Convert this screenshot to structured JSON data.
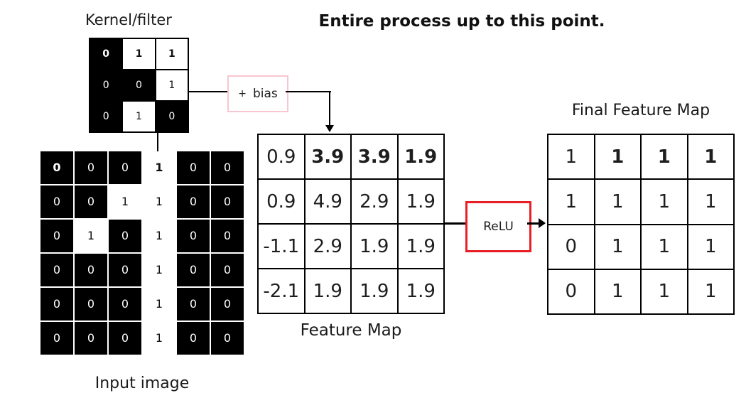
{
  "header": {
    "title": "Entire process up to this point."
  },
  "kernel": {
    "label": "Kernel/filter",
    "grid": [
      [
        {
          "v": "0",
          "bg": "dark",
          "bold": true
        },
        {
          "v": "1",
          "bg": "light",
          "bold": true
        },
        {
          "v": "1",
          "bg": "light",
          "bold": true
        }
      ],
      [
        {
          "v": "0",
          "bg": "dark"
        },
        {
          "v": "0",
          "bg": "dark"
        },
        {
          "v": "1",
          "bg": "light"
        }
      ],
      [
        {
          "v": "0",
          "bg": "dark"
        },
        {
          "v": "1",
          "bg": "light"
        },
        {
          "v": "0",
          "bg": "dark"
        }
      ]
    ]
  },
  "input_image": {
    "label": "Input image",
    "grid": [
      [
        {
          "v": "0",
          "bg": "dark",
          "bold": true
        },
        {
          "v": "0",
          "bg": "dark"
        },
        {
          "v": "0",
          "bg": "dark"
        },
        {
          "v": "1",
          "bg": "light",
          "bold": true
        },
        {
          "v": "0",
          "bg": "dark"
        },
        {
          "v": "0",
          "bg": "dark"
        }
      ],
      [
        {
          "v": "0",
          "bg": "dark"
        },
        {
          "v": "0",
          "bg": "dark"
        },
        {
          "v": "1",
          "bg": "light"
        },
        {
          "v": "1",
          "bg": "light"
        },
        {
          "v": "0",
          "bg": "dark"
        },
        {
          "v": "0",
          "bg": "dark"
        }
      ],
      [
        {
          "v": "0",
          "bg": "dark"
        },
        {
          "v": "1",
          "bg": "light"
        },
        {
          "v": "0",
          "bg": "dark"
        },
        {
          "v": "1",
          "bg": "light"
        },
        {
          "v": "0",
          "bg": "dark"
        },
        {
          "v": "0",
          "bg": "dark"
        }
      ],
      [
        {
          "v": "0",
          "bg": "dark"
        },
        {
          "v": "0",
          "bg": "dark"
        },
        {
          "v": "0",
          "bg": "dark"
        },
        {
          "v": "1",
          "bg": "light"
        },
        {
          "v": "0",
          "bg": "dark"
        },
        {
          "v": "0",
          "bg": "dark"
        }
      ],
      [
        {
          "v": "0",
          "bg": "dark"
        },
        {
          "v": "0",
          "bg": "dark"
        },
        {
          "v": "0",
          "bg": "dark"
        },
        {
          "v": "1",
          "bg": "light"
        },
        {
          "v": "0",
          "bg": "dark"
        },
        {
          "v": "0",
          "bg": "dark"
        }
      ],
      [
        {
          "v": "0",
          "bg": "dark"
        },
        {
          "v": "0",
          "bg": "dark"
        },
        {
          "v": "0",
          "bg": "dark"
        },
        {
          "v": "1",
          "bg": "light"
        },
        {
          "v": "0",
          "bg": "dark"
        },
        {
          "v": "0",
          "bg": "dark"
        }
      ]
    ]
  },
  "bias": {
    "operator": "+",
    "label": "bias",
    "border_color": "#f8c6d0"
  },
  "feature_map": {
    "label": "Feature Map",
    "grid": [
      [
        {
          "v": "0.9"
        },
        {
          "v": "3.9",
          "bold": true
        },
        {
          "v": "3.9",
          "bold": true
        },
        {
          "v": "1.9",
          "bold": true
        }
      ],
      [
        {
          "v": "0.9"
        },
        {
          "v": "4.9"
        },
        {
          "v": "2.9"
        },
        {
          "v": "1.9"
        }
      ],
      [
        {
          "v": "-1.1"
        },
        {
          "v": "2.9"
        },
        {
          "v": "1.9"
        },
        {
          "v": "1.9"
        }
      ],
      [
        {
          "v": "-2.1"
        },
        {
          "v": "1.9"
        },
        {
          "v": "1.9"
        },
        {
          "v": "1.9"
        }
      ]
    ]
  },
  "relu": {
    "label": "ReLU",
    "border_color": "#e81e25"
  },
  "final_feature_map": {
    "label": "Final Feature Map",
    "grid": [
      [
        {
          "v": "1"
        },
        {
          "v": "1",
          "bold": true
        },
        {
          "v": "1",
          "bold": true
        },
        {
          "v": "1",
          "bold": true
        }
      ],
      [
        {
          "v": "1"
        },
        {
          "v": "1"
        },
        {
          "v": "1"
        },
        {
          "v": "1"
        }
      ],
      [
        {
          "v": "0"
        },
        {
          "v": "1"
        },
        {
          "v": "1"
        },
        {
          "v": "1"
        }
      ],
      [
        {
          "v": "0"
        },
        {
          "v": "1"
        },
        {
          "v": "1"
        },
        {
          "v": "1"
        }
      ]
    ]
  }
}
